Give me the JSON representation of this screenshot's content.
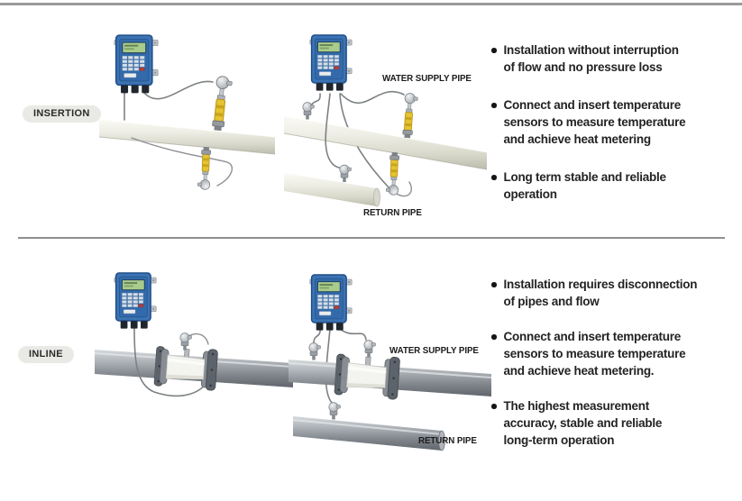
{
  "sections": [
    {
      "tag": "INSERTION",
      "labels": {
        "water_supply": "WATER SUPPLY PIPE",
        "return": "RETURN PIPE"
      },
      "bullets": [
        "Installation without interruption\nof flow and no pressure loss",
        "Connect and insert temperature\nsensors to measure temperature\nand achieve heat metering",
        "Long term stable and reliable\noperation"
      ]
    },
    {
      "tag": "INLINE",
      "labels": {
        "water_supply": "WATER SUPPLY PIPE",
        "return": "RETURN PIPE"
      },
      "bullets": [
        "Installation requires disconnection\nof pipes and flow",
        "Connect and insert temperature\nsensors to measure temperature\nand achieve heat metering.",
        "The highest measurement\naccuracy, stable and reliable\nlong-term operation"
      ]
    }
  ],
  "icons": {
    "transmitter": "wall-mounted-flow-transmitter",
    "insertion_sensor": "insertion-ball-valve-sensor",
    "temp_sensor": "temperature-sensor",
    "inline_meter": "flanged-inline-flow-meter"
  },
  "colors": {
    "transmitter_blue": "#3c73b3",
    "transmitter_border": "#1d4a86",
    "lcd_green": "#a9cb8b",
    "valve_yellow": "#e6c331",
    "pipe_white": "#eeeee5",
    "pipe_gray": "#9aa0a6",
    "divider_gray": "#9a9a9a",
    "tag_bg": "#e9e9e6",
    "text": "#232323"
  }
}
